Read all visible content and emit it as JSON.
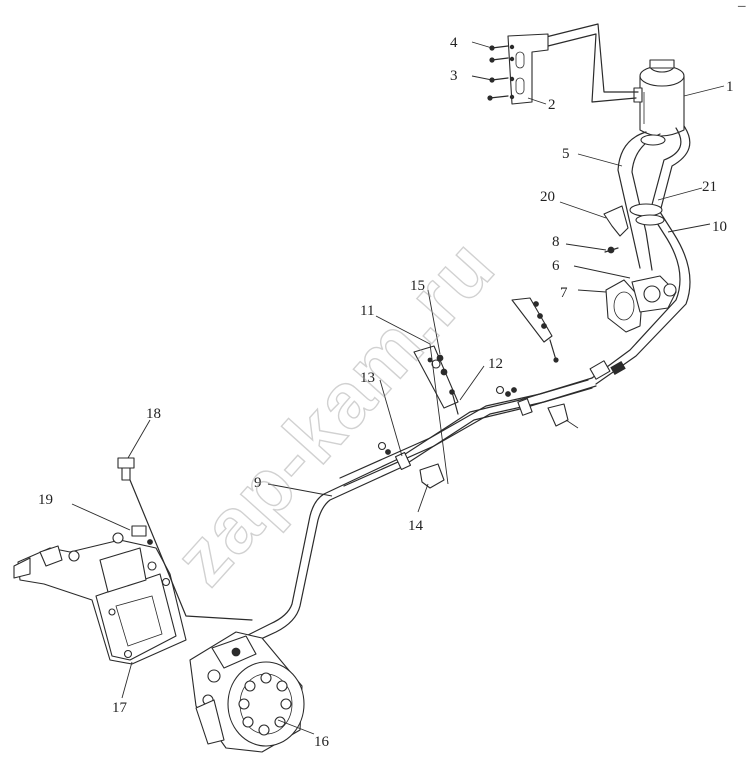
{
  "watermark": "zap-kam.ru",
  "corner_mark": "–",
  "callouts": [
    {
      "id": "1",
      "text": "1"
    },
    {
      "id": "2",
      "text": "2"
    },
    {
      "id": "3",
      "text": "3"
    },
    {
      "id": "4",
      "text": "4"
    },
    {
      "id": "5",
      "text": "5"
    },
    {
      "id": "6",
      "text": "6"
    },
    {
      "id": "7",
      "text": "7"
    },
    {
      "id": "8",
      "text": "8"
    },
    {
      "id": "9",
      "text": "9"
    },
    {
      "id": "10",
      "text": "10"
    },
    {
      "id": "11",
      "text": "11"
    },
    {
      "id": "12",
      "text": "12"
    },
    {
      "id": "13",
      "text": "13"
    },
    {
      "id": "14",
      "text": "14"
    },
    {
      "id": "15",
      "text": "15"
    },
    {
      "id": "16",
      "text": "16"
    },
    {
      "id": "17",
      "text": "17"
    },
    {
      "id": "18",
      "text": "18"
    },
    {
      "id": "19",
      "text": "19"
    },
    {
      "id": "20",
      "text": "20"
    },
    {
      "id": "21",
      "text": "21"
    }
  ]
}
